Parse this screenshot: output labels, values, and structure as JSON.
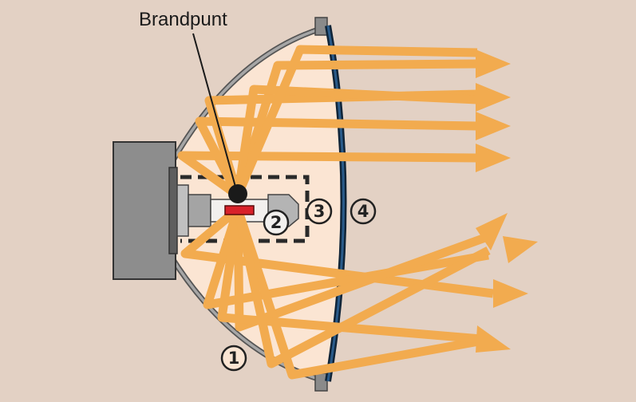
{
  "labels": {
    "focal_point": "Brandpunt"
  },
  "callouts": [
    "1",
    "2",
    "3",
    "4"
  ],
  "colors": {
    "background": "#e3d1c4",
    "reflector_interior": "#fbe5d3",
    "reflector_shell": "#8a8a8a",
    "lens": "#163a5c",
    "base": "#8d8d8d",
    "rays": "#f2ab4f",
    "filament": "#d8222a",
    "focal_point": "#1a1a1a"
  }
}
